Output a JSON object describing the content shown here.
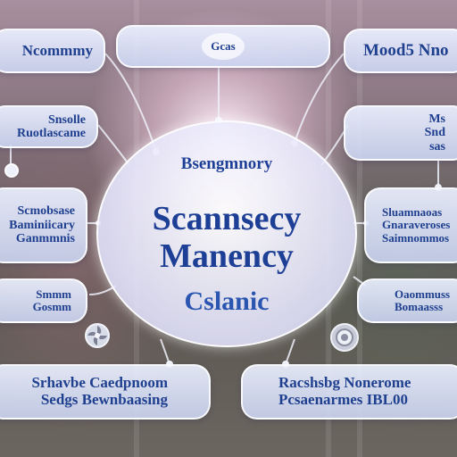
{
  "top": {
    "left_label": "Ncommmy",
    "center_label": "Gcas",
    "right_label": "Mood5 Nno"
  },
  "left": {
    "box1": {
      "line1": "Snsolle",
      "line2": "Ruotlascame"
    },
    "box2": {
      "line1": "Scmobsase",
      "line2": "Baminiicary",
      "line3": "Ganmmnis"
    },
    "box3": {
      "line1": "Smmm",
      "line2": "Gosmm"
    }
  },
  "right": {
    "box1": {
      "line1": "Ms",
      "line2": "Snd",
      "line3": "sas"
    },
    "box2": {
      "line1": "Sluamnaoas",
      "line2": "Gnaraveroses",
      "line3": "Saimnommos"
    },
    "box3": {
      "line1": "Oaommuss",
      "line2": "Bomaasss"
    }
  },
  "center": {
    "subtitle": "Bsengmnory",
    "title_line1": "Scannsecy",
    "title_line2": "Manency",
    "title_line3": "Cslanic"
  },
  "bottom": {
    "left_line1": "Srhavbe Caedpnoom",
    "left_line2": "Sedgs Bewnbaasing",
    "right_line1": "Racshsbg Nonerome",
    "right_line2": "Pcsaenarmes IBL00"
  },
  "colors": {
    "text": "#1f3f8f",
    "box_fill": "#dde4f8",
    "line": "#e8eaf6"
  }
}
